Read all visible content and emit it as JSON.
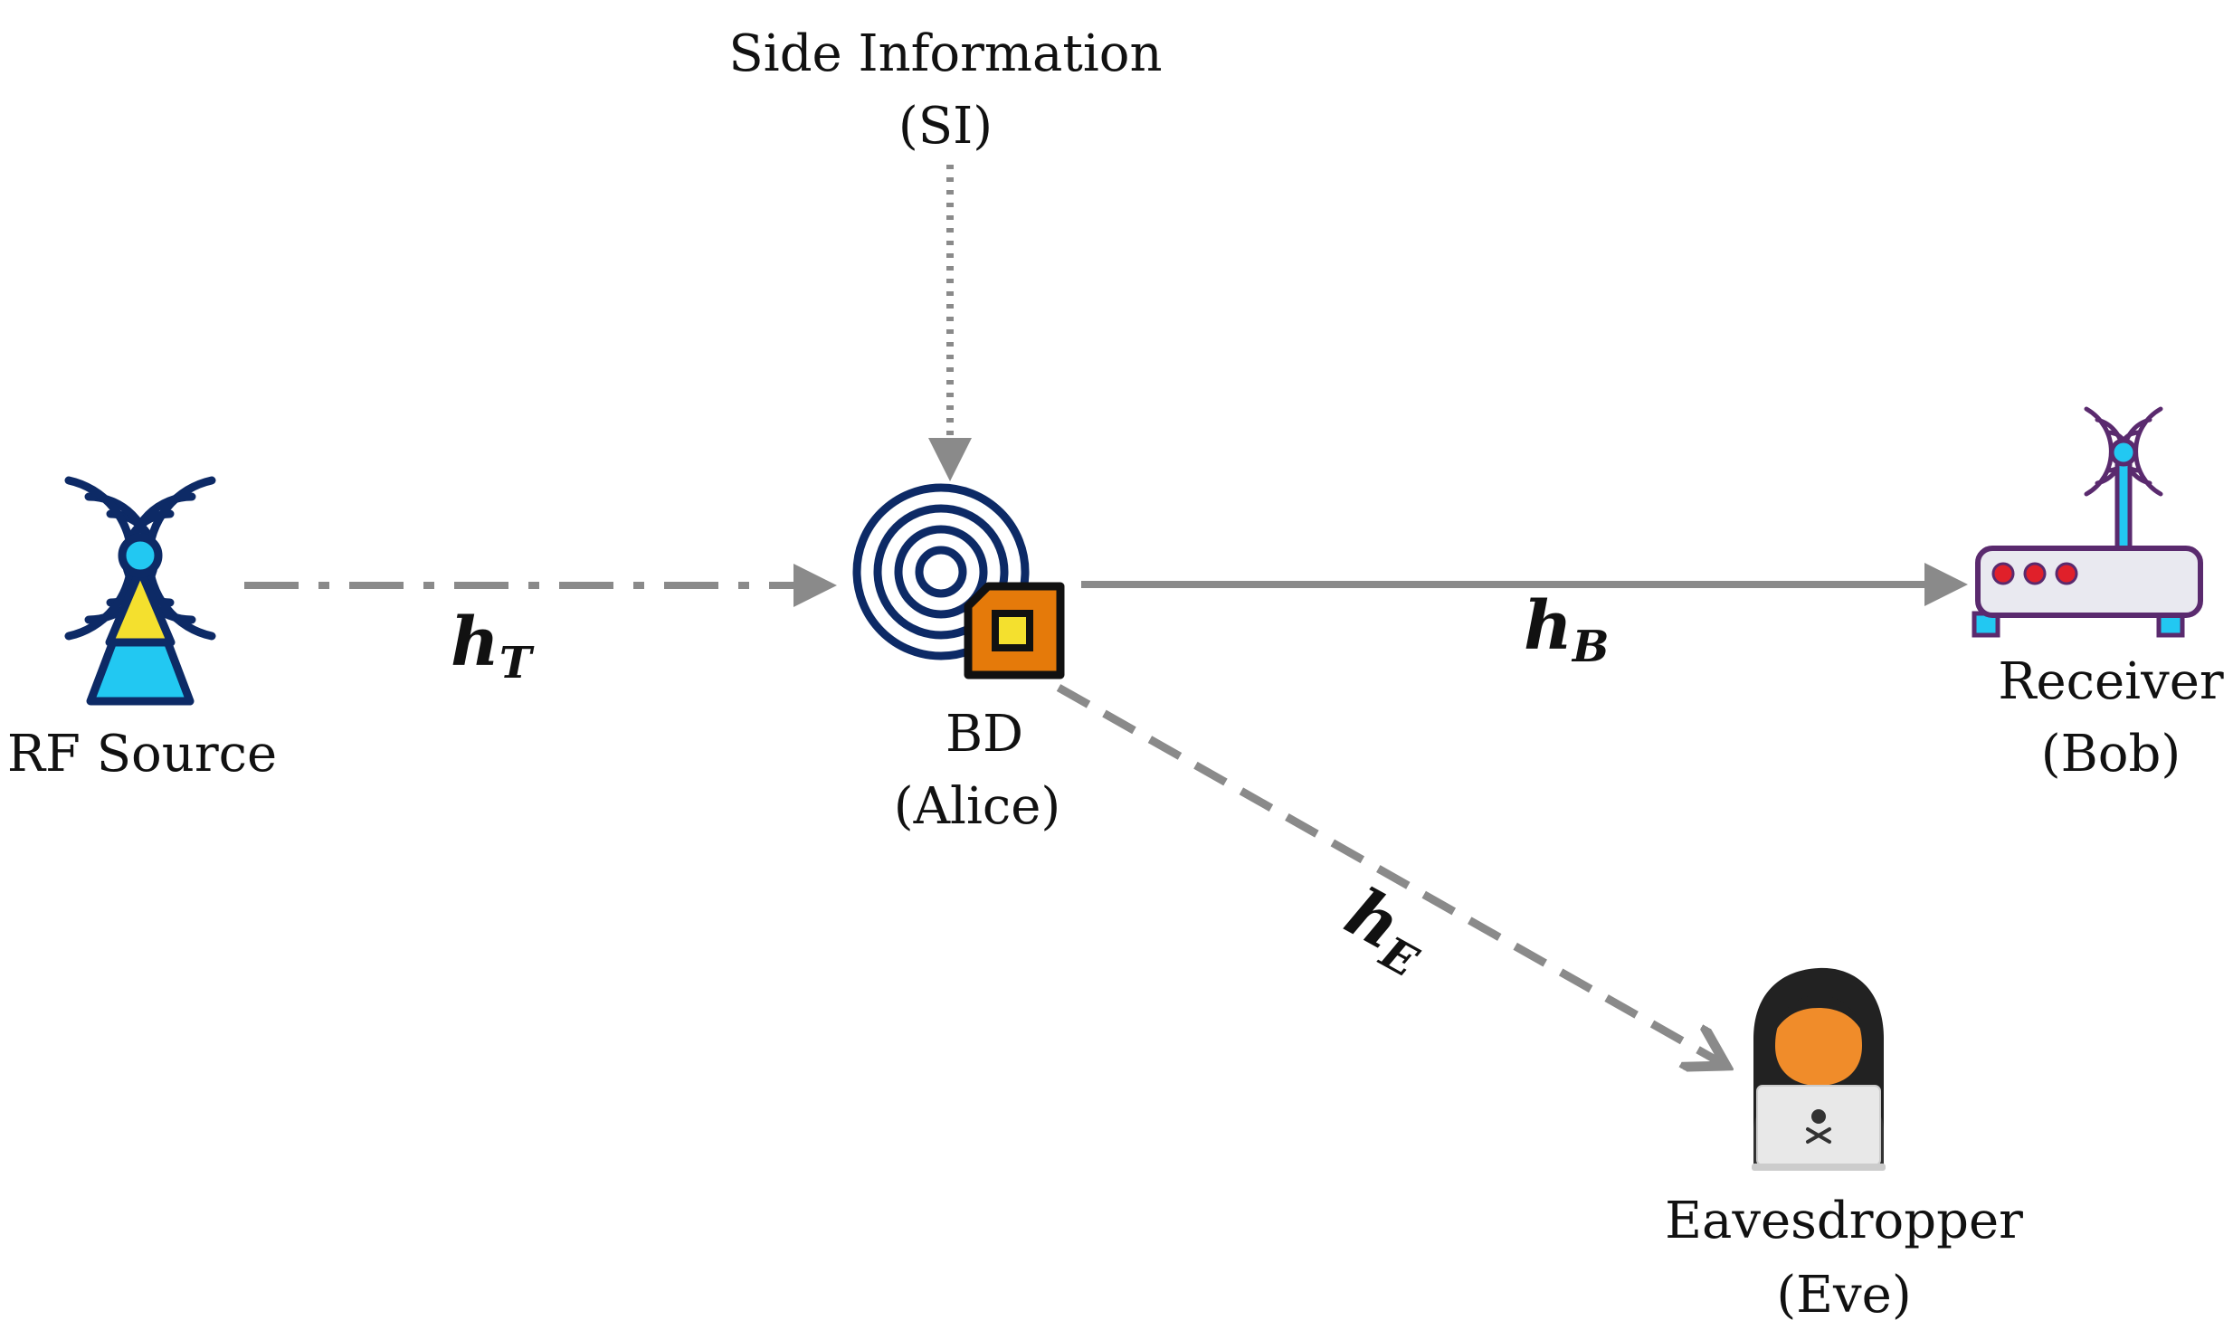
{
  "nodes": {
    "side_info": {
      "line1": "Side Information",
      "line2": "(SI)"
    },
    "rf_source": {
      "label": "RF Source"
    },
    "bd": {
      "line1": "BD",
      "line2": "(Alice)"
    },
    "receiver": {
      "line1": "Receiver",
      "line2": "(Bob)"
    },
    "eavesdropper": {
      "line1": "Eavesdropper",
      "line2": "(Eve)"
    }
  },
  "channels": {
    "h_t": {
      "symbol": "h",
      "subscript": "T",
      "style": "dash-dot"
    },
    "h_b": {
      "symbol": "h",
      "subscript": "B",
      "style": "solid"
    },
    "h_e": {
      "symbol": "h",
      "subscript": "E",
      "style": "dashed"
    },
    "si_link": {
      "style": "dotted"
    }
  },
  "icons": [
    "antenna-tower-icon",
    "backscatter-tag-icon",
    "router-icon",
    "hacker-icon"
  ],
  "colors": {
    "arrow": "#8a8a8a",
    "navy": "#0d2a66",
    "cyan": "#22c8f2",
    "yellow": "#f4e02e",
    "tag_orange": "#e57a0a",
    "router_purple": "#5a2a6e",
    "router_red": "#e0202a",
    "router_body": "#e9e9f0"
  }
}
